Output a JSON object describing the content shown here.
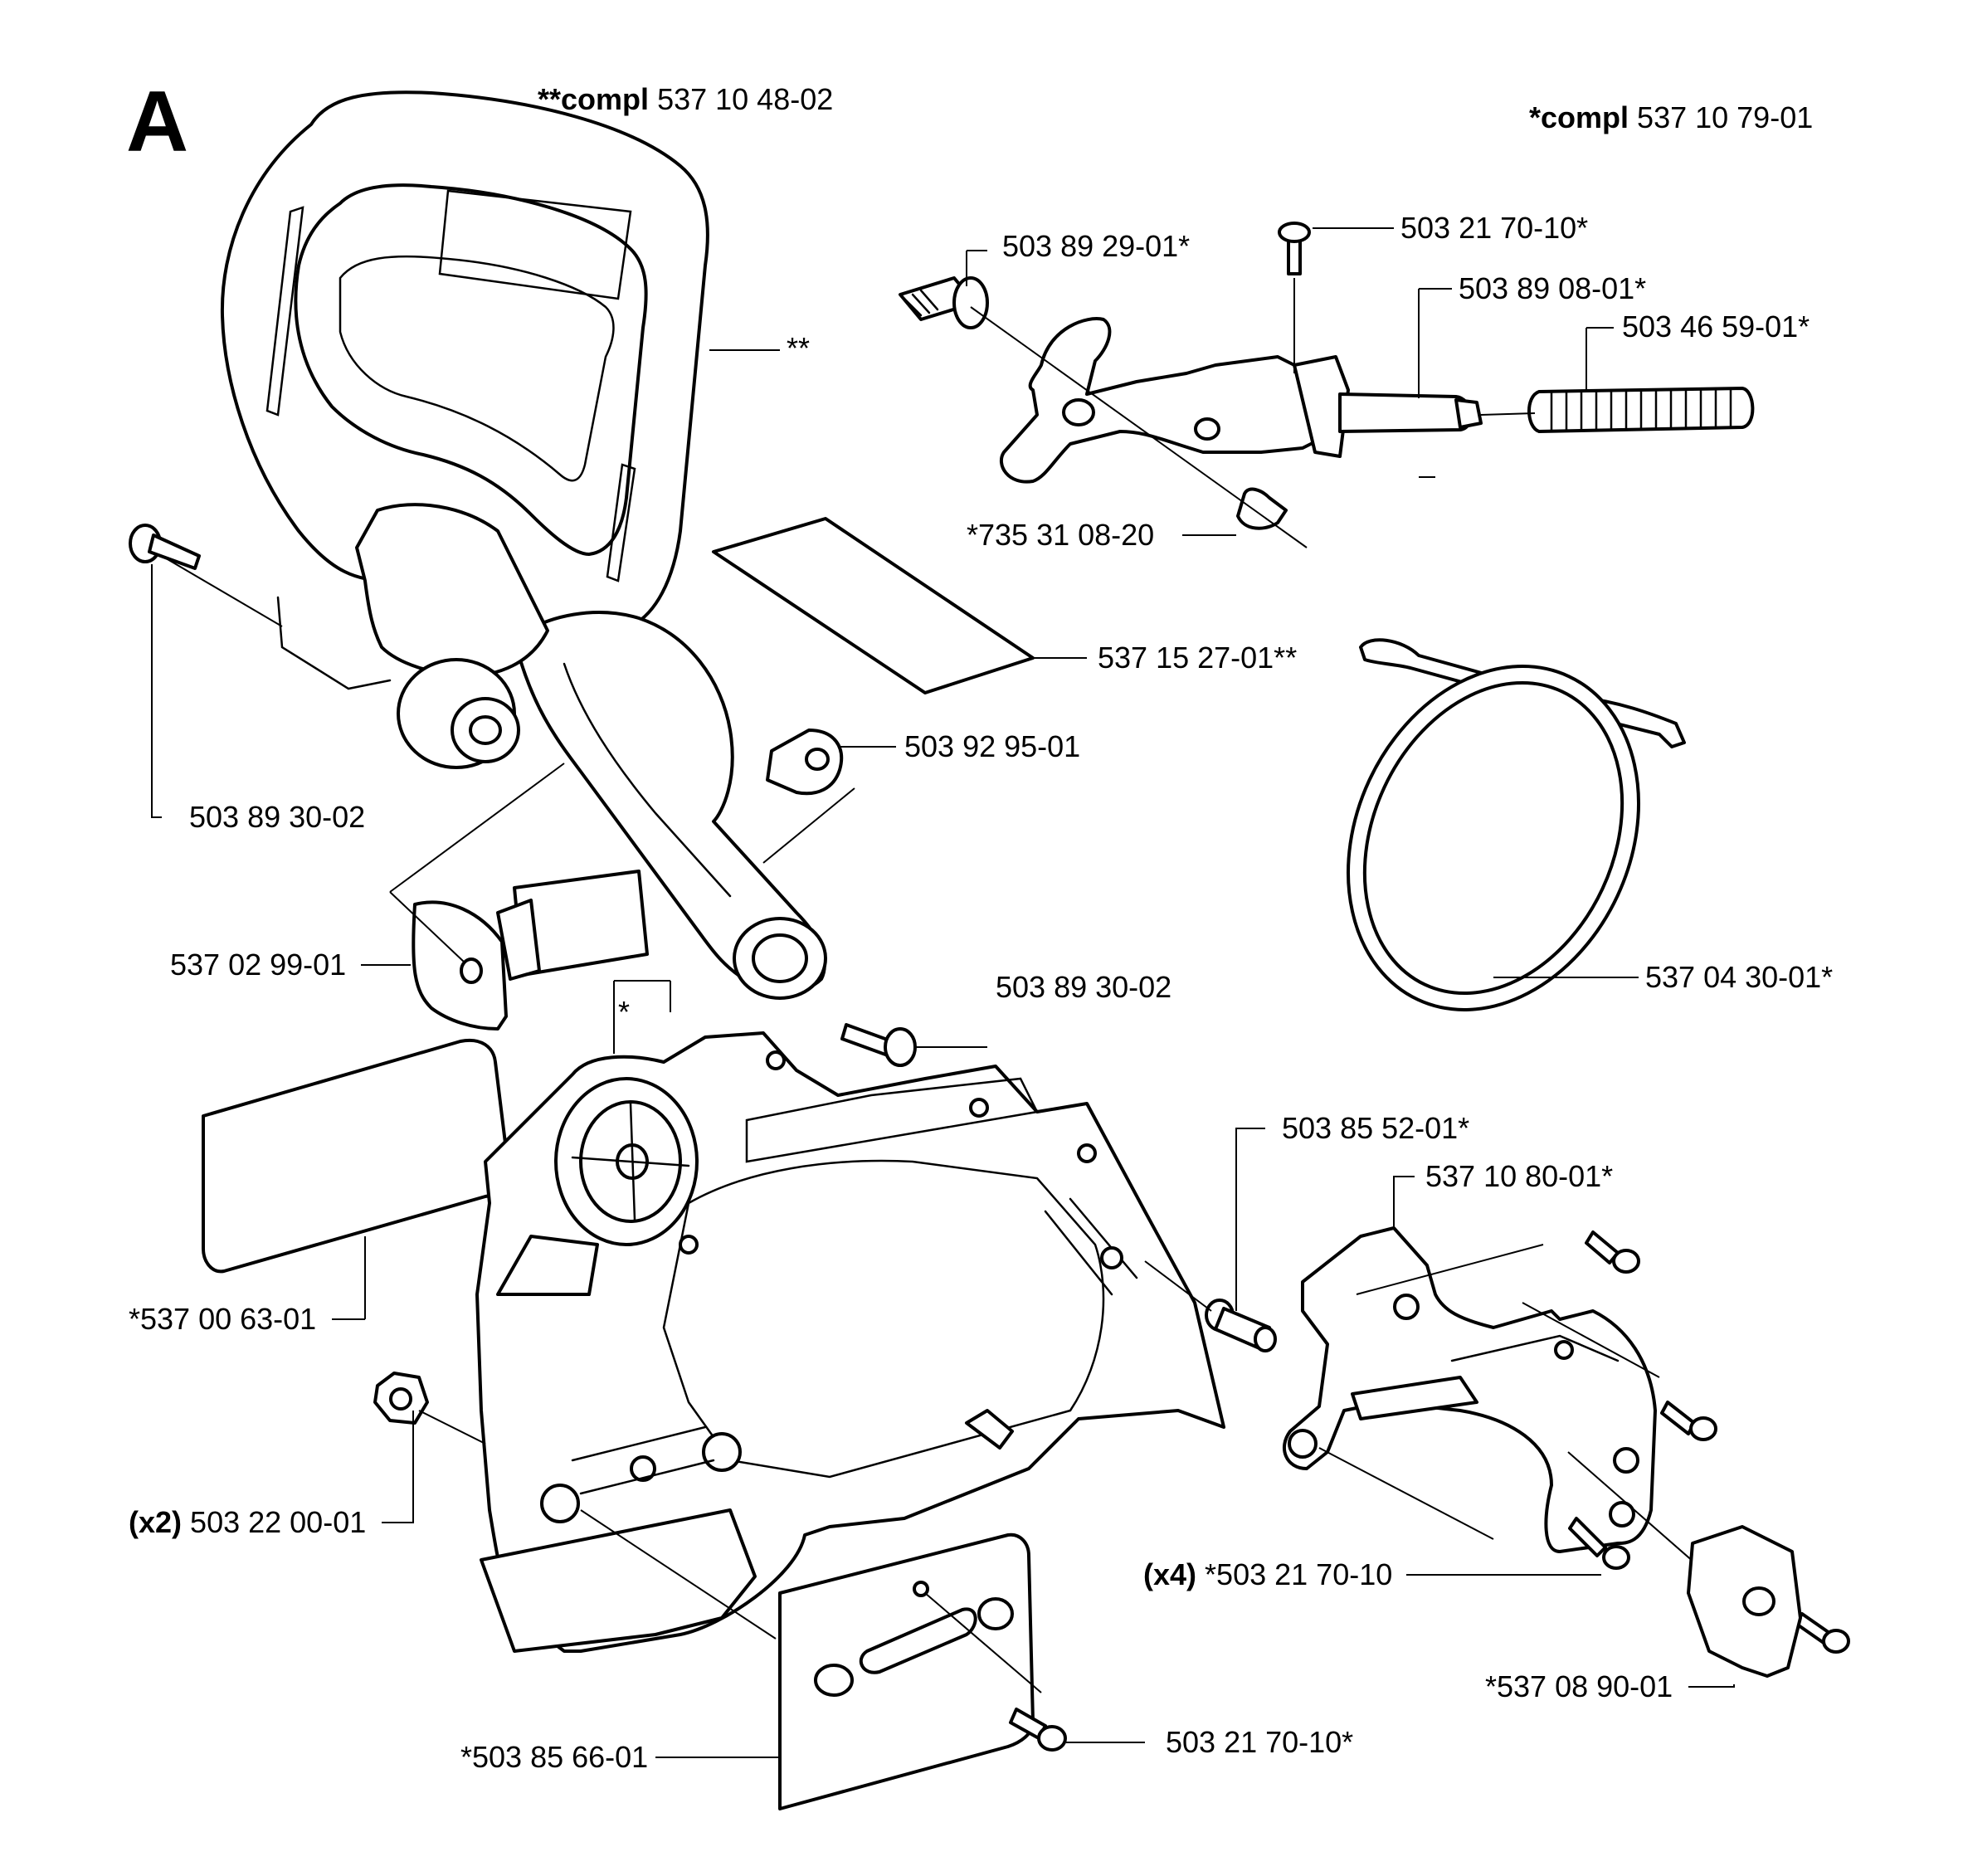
{
  "section": "A",
  "assemblies": {
    "hand_guard_kit": {
      "prefix": "**compl",
      "number": "537 10 48-02"
    },
    "chain_brake_kit": {
      "prefix": "*compl",
      "number": "537 10 79-01"
    }
  },
  "markers": {
    "double_star": "**",
    "single_star": "*"
  },
  "parts": [
    {
      "id": "p1",
      "qty": "",
      "number": "503 89 29-01*"
    },
    {
      "id": "p2",
      "qty": "",
      "number": "503 21 70-10*"
    },
    {
      "id": "p3",
      "qty": "",
      "number": "503 89 08-01*"
    },
    {
      "id": "p4",
      "qty": "",
      "number": "503 46 59-01*"
    },
    {
      "id": "p5",
      "qty": "",
      "number": "*735 31 08-20"
    },
    {
      "id": "p6",
      "qty": "",
      "number": "537 15 27-01**"
    },
    {
      "id": "p7",
      "qty": "",
      "number": "503 92 95-01"
    },
    {
      "id": "p8",
      "qty": "",
      "number": "503 89 30-02"
    },
    {
      "id": "p9",
      "qty": "",
      "number": "537 02 99-01"
    },
    {
      "id": "p10",
      "qty": "",
      "number": "503 89 30-02"
    },
    {
      "id": "p11",
      "qty": "",
      "number": "537 04 30-01*"
    },
    {
      "id": "p12",
      "qty": "",
      "number": "503 85 52-01*"
    },
    {
      "id": "p13",
      "qty": "",
      "number": "537 10 80-01*"
    },
    {
      "id": "p14",
      "qty": "",
      "number": "*537 00 63-01"
    },
    {
      "id": "p15",
      "qty": "(x2)",
      "number": "503 22 00-01"
    },
    {
      "id": "p16",
      "qty": "(x4)",
      "number": "*503 21 70-10"
    },
    {
      "id": "p17",
      "qty": "",
      "number": "*537 08 90-01"
    },
    {
      "id": "p18",
      "qty": "",
      "number": "503 21 70-10*"
    },
    {
      "id": "p19",
      "qty": "",
      "number": "*503 85 66-01"
    }
  ],
  "colors": {
    "ink": "#000000",
    "paper": "#ffffff"
  }
}
